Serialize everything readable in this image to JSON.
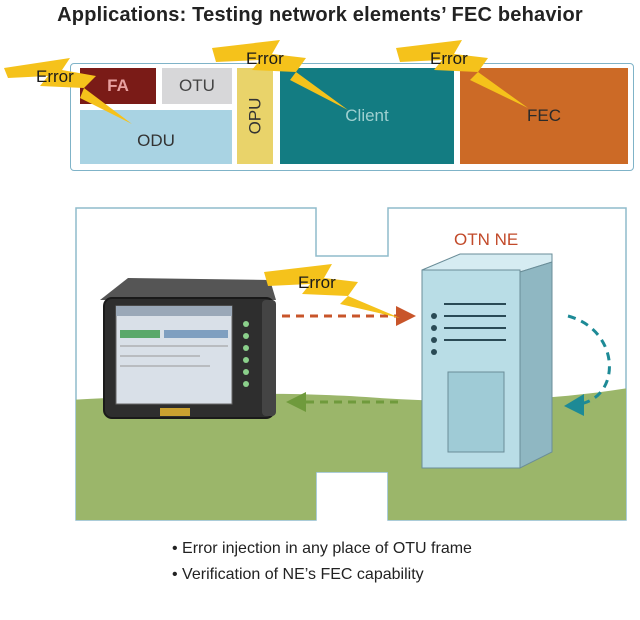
{
  "title": "Applications: Testing network elements’ FEC behavior",
  "frame": {
    "blocks": {
      "fa": "FA",
      "otu": "OTU",
      "odu": "ODU",
      "opu": "OPU",
      "client": "Client",
      "fec": "FEC"
    },
    "error_labels": [
      "Error",
      "Error",
      "Error"
    ]
  },
  "diagram": {
    "ne_label": "OTN NE",
    "error_label": "Error"
  },
  "bullets": [
    "Error injection in any place of OTU frame",
    "Verification of NE’s FEC capability"
  ],
  "colors": {
    "fa": "#7a1b17",
    "otu": "#d7d7d9",
    "odu": "#a9d3e3",
    "opu": "#e9d36a",
    "client": "#137c82",
    "fec": "#cc6a26",
    "error_bolt": "#f5c21b",
    "ground": "#9bb66a",
    "server": "#b9dde6",
    "arrow_red": "#c8552a",
    "arrow_green": "#6f9a3c",
    "arrow_teal": "#1d8a96"
  },
  "icons": [
    "lightning-bolt-icon",
    "test-instrument",
    "server-icon"
  ]
}
